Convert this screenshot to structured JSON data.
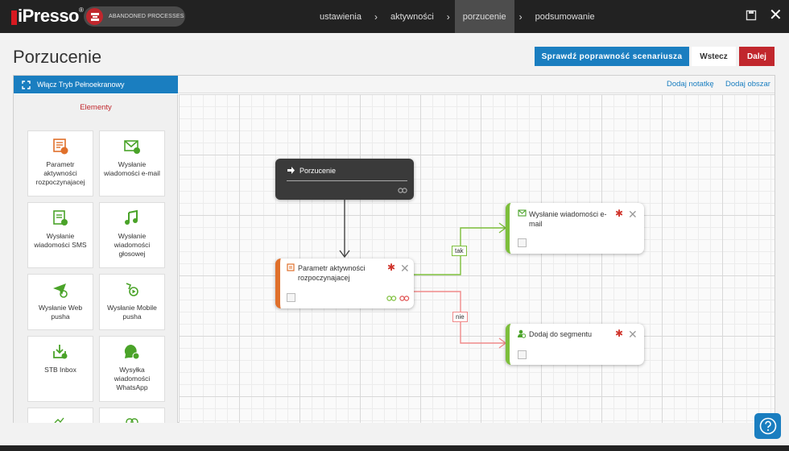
{
  "header": {
    "logo_text": "iPresso",
    "logo_reg": "®",
    "process_label": "ABANDONED PROCESSES",
    "steps": [
      "ustawienia",
      "aktywności",
      "porzucenie",
      "podsumowanie"
    ],
    "active_step": "porzucenie",
    "separator": "›",
    "close_glyph": "✕"
  },
  "page": {
    "title": "Porzucenie",
    "check_button": "Sprawdź poprawność scenariusza",
    "back_button": "Wstecz",
    "next_button": "Dalej"
  },
  "toolbar": {
    "fullscreen_label": "Włącz Tryb Pełnoekranowy",
    "add_note": "Dodaj notatkę",
    "add_area": "Dodaj obszar"
  },
  "sidebar": {
    "title": "Elementy",
    "items": [
      {
        "label": "Parametr aktywności rozpoczynajacej",
        "icon": "activity-parameter-icon"
      },
      {
        "label": "Wysłanie wiadomości e-mail",
        "icon": "email-icon"
      },
      {
        "label": "Wysłanie wiadomości SMS",
        "icon": "sms-icon"
      },
      {
        "label": "Wysłanie wiadomości głosowej",
        "icon": "voice-message-icon"
      },
      {
        "label": "Wysłanie Web pusha",
        "icon": "web-push-icon"
      },
      {
        "label": "Wysłanie Mobile pusha",
        "icon": "mobile-push-icon"
      },
      {
        "label": "STB Inbox",
        "icon": "stb-inbox-icon"
      },
      {
        "label": "Wysyłka wiadomości WhatsApp",
        "icon": "whatsapp-icon"
      }
    ]
  },
  "flow": {
    "start_node": "Porzucenie",
    "param_node": "Parametr aktywności rozpoczynajacej",
    "email_node": "Wysłanie wiadomości e-mail",
    "segment_node": "Dodaj do segmentu",
    "yes_label": "tak",
    "no_label": "nie"
  },
  "colors": {
    "accent_blue": "#1a7ec0",
    "accent_red": "#c1272d",
    "green": "#7dbf3b",
    "orange": "#e0702b"
  }
}
